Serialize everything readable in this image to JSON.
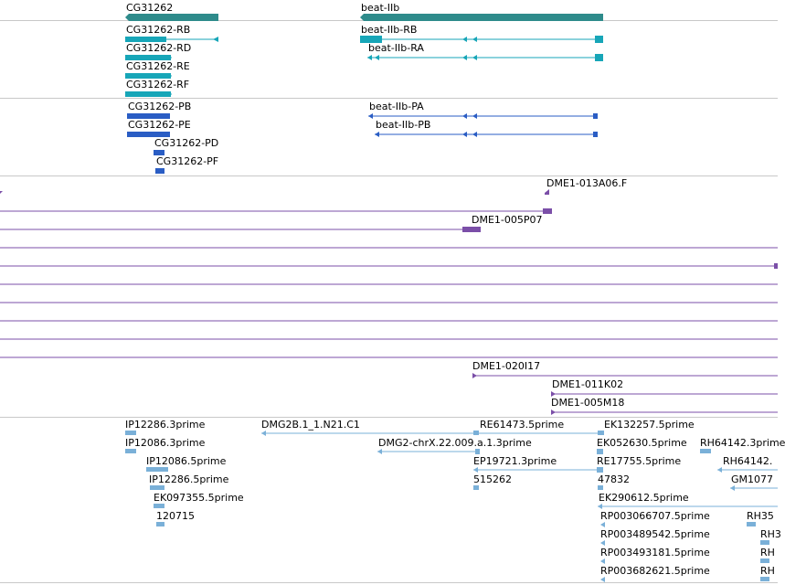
{
  "colors": {
    "genes": "#2e8b8b",
    "transcripts": "#17a6b8",
    "proteins": "#2a5dc4",
    "clones": "#7b4fa8",
    "ests": "#7ab0d8",
    "separator": "#c8c8c8"
  },
  "track_genes": {
    "g1": "CG31262",
    "g2": "beat-IIb"
  },
  "track_transcripts": {
    "t1": "CG31262-RB",
    "t2": "CG31262-RD",
    "t3": "CG31262-RE",
    "t4": "CG31262-RF",
    "t5": "beat-IIb-RB",
    "t6": "beat-IIb-RA"
  },
  "track_proteins": {
    "p1": "CG31262-PB",
    "p2": "CG31262-PE",
    "p3": "CG31262-PD",
    "p4": "CG31262-PF",
    "p5": "beat-IIb-PA",
    "p6": "beat-IIb-PB"
  },
  "track_clones": {
    "c1": "DME1-013A06.F",
    "c2": "DME1-005P07",
    "c3": "DME1-020I17",
    "c4": "DME1-011K02",
    "c5": "DME1-005M18"
  },
  "track_ests": {
    "e1": "IP12286.3prime",
    "e2": "IP12086.3prime",
    "e3": "IP12086.5prime",
    "e4": "IP12286.5prime",
    "e5": "EK097355.5prime",
    "e6": "120715",
    "e7": "DMG2B.1_1.N21.C1",
    "e8": "DMG2-chrX.22.009.a.1.3prime",
    "e9": "RE61473.5prime",
    "e10": "EP19721.3prime",
    "e11": "515262",
    "e12": "EK132257.5prime",
    "e13": "EK052630.5prime",
    "e14": "RE17755.5prime",
    "e15": "47832",
    "e16": "EK290612.5prime",
    "e17": "RP003066707.5prime",
    "e18": "RP003489542.5prime",
    "e19": "RP003493181.5prime",
    "e20": "RP003682621.5prime",
    "e21": "RH64142.3prime",
    "e22": "RH64142.",
    "e23": "GM1077",
    "e24": "RH35",
    "e25": "RH3",
    "e26": "RH",
    "e27": "RH"
  }
}
